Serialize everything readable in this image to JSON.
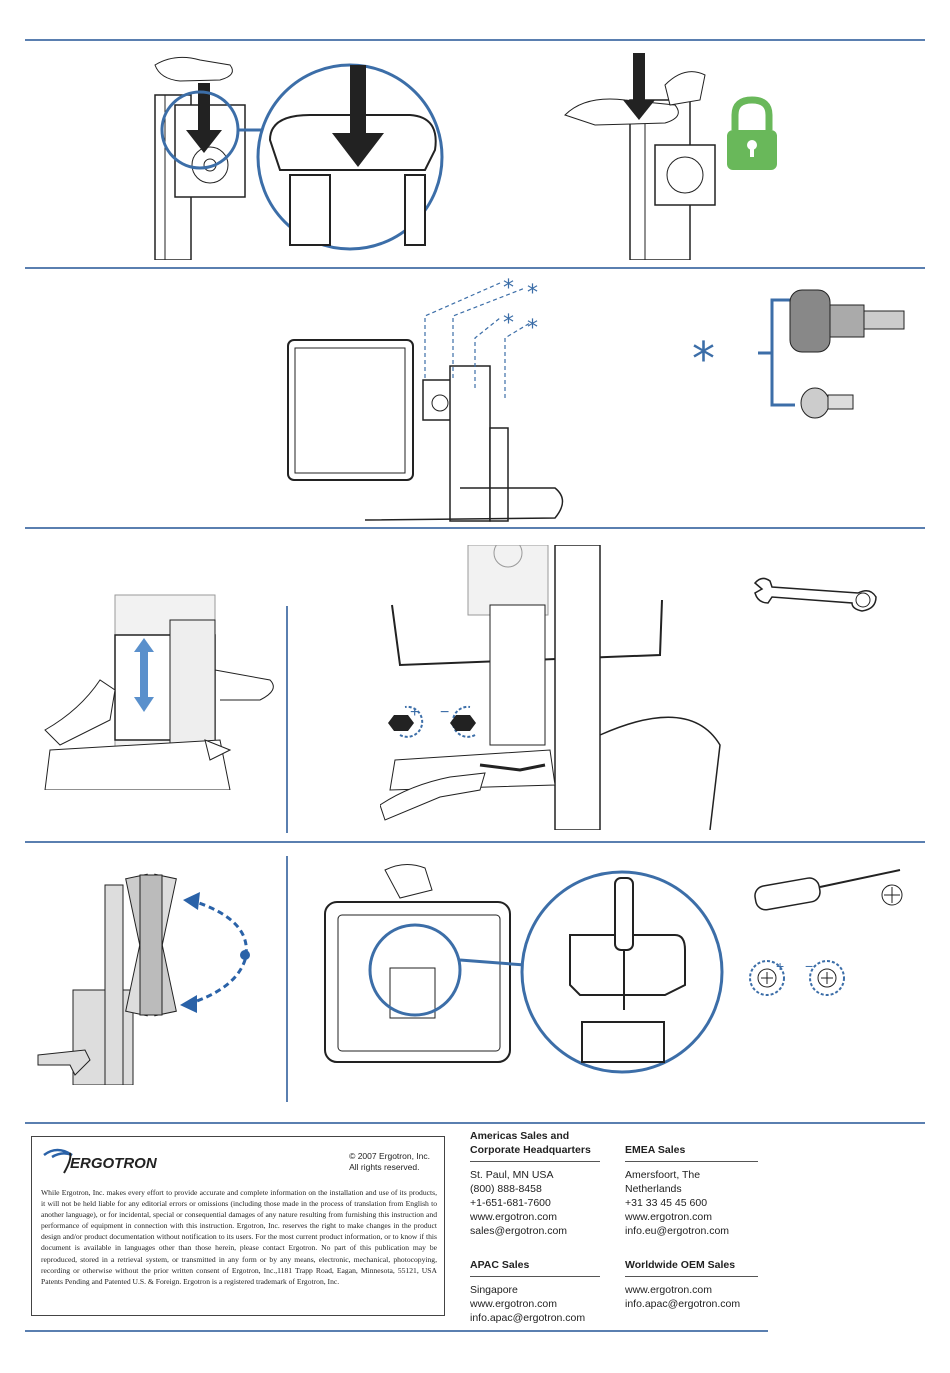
{
  "footer": {
    "copyright": "© 2007 Ergotron, Inc.",
    "rights": "All rights reserved.",
    "logo_text": "ERGOTRON",
    "legal": "While Ergotron, Inc. makes every effort to provide accurate and complete information on the installation and use of its products, it will not be held liable for any editorial errors or omissions (including those made in the process of translation from English to another language), or for incidental, special or consequential damages of any nature resulting from furnishing this instruction and performance of equipment in connection with this instruction. Ergotron, Inc. reserves the right to make changes in the product design and/or product documentation without notification to its users. For the most current product information, or to know if this document is available in languages other than those herein, please contact Ergotron. No part of this publication may be reproduced, stored in a retrieval system, or transmitted in any form or by any means, electronic, mechanical, photocopying, recording or otherwise without the prior written consent of Ergotron, Inc.,1181 Trapp Road, Eagan, Minnesota, 55121, USA Patents Pending and Patented U.S. & Foreign. Ergotron is a registered trademark of Ergotron, Inc."
  },
  "contacts": {
    "americas": {
      "title_line1": "Americas Sales and",
      "title_line2": "Corporate Headquarters",
      "lines": [
        "St. Paul, MN USA",
        "(800) 888-8458",
        "+1-651-681-7600",
        "www.ergotron.com",
        "sales@ergotron.com"
      ]
    },
    "emea": {
      "title": "EMEA Sales",
      "lines": [
        "Amersfoort, The Netherlands",
        "+31 33 45 45 600",
        "www.ergotron.com",
        "info.eu@ergotron.com"
      ]
    },
    "apac": {
      "title": "APAC Sales",
      "lines": [
        "Singapore",
        "www.ergotron.com",
        "info.apac@ergotron.com"
      ]
    },
    "oem": {
      "title": "Worldwide OEM Sales",
      "lines": [
        "www.ergotron.com",
        "info.apac@ergotron.com"
      ]
    }
  },
  "colors": {
    "rule": "#5a7fb0",
    "accent_blue": "#3c6ea8",
    "lock_green": "#69b85a",
    "arrow_blue": "#5a90cc"
  },
  "icons": [
    "lock-icon",
    "wrench-icon",
    "screwdriver-icon",
    "phillips-head-icon",
    "clockwise-tighten-icon",
    "counterclockwise-loosen-icon",
    "asterisk-icon"
  ]
}
